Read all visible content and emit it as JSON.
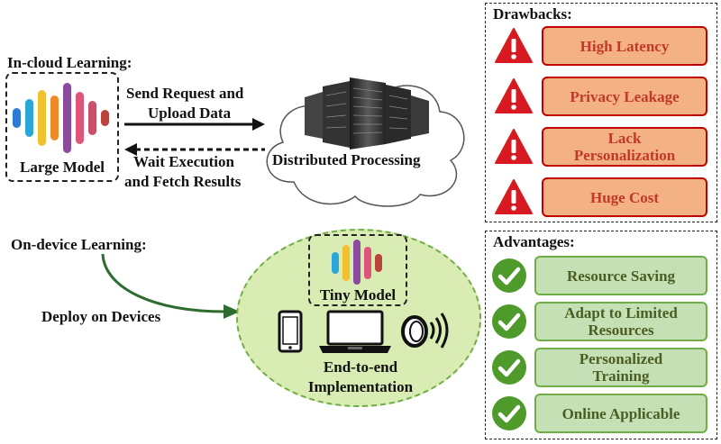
{
  "cloud": {
    "section_label": "In-cloud Learning:",
    "model_label": "Large Model",
    "send_label_1": "Send Request and",
    "send_label_2": "Upload Data",
    "wait_label_1": "Wait Execution",
    "wait_label_2": "and Fetch Results",
    "processing_label": "Distributed Processing"
  },
  "device": {
    "section_label": "On-device Learning:",
    "deploy_label": "Deploy on Devices",
    "model_label": "Tiny Model",
    "impl_label_1": "End-to-end",
    "impl_label_2": "Implementation"
  },
  "drawbacks": {
    "title": "Drawbacks:",
    "items": [
      "High Latency",
      "Privacy Leakage",
      "Lack Personalization",
      "Huge Cost"
    ]
  },
  "advantages": {
    "title": "Advantages:",
    "items": [
      "Resource Saving",
      "Adapt to Limited Resources",
      "Personalized Training",
      "Online Applicable"
    ]
  },
  "colors": {
    "drawback_fill": "#f4b183",
    "drawback_border": "#c00000",
    "drawback_text": "#c0392b",
    "advantage_fill": "#c5e0b4",
    "advantage_border": "#70ad47",
    "advantage_text": "#4a5d23",
    "check_circle": "#4e9a2a",
    "device_ellipse": "#d9ecb3",
    "deploy_arrow": "#2e6b2e"
  }
}
